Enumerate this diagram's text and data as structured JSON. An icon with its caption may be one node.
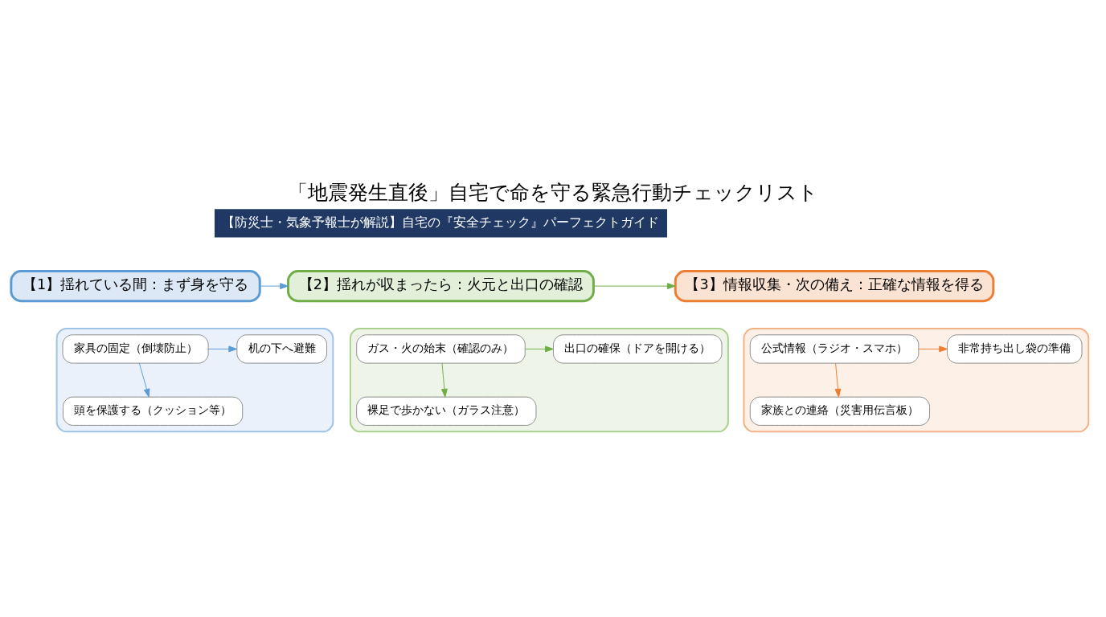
{
  "diagram": {
    "title": "「地震発生直後」自宅で命を守る緊急行動チェックリスト",
    "nodes": [
      {
        "text": [
          "【1】揺れている間：まず身を守る"
        ]
      },
      {
        "text": [
          "【2】揺れが収まったら：火元と出口の確認"
        ]
      },
      {
        "text": [
          "【3】情報収集・次の備え：正確な情報を得る"
        ]
      },
      {
        "text": [],
        "shape": "box"
      },
      {
        "text": [
          "家具の固定（倒壊防止）"
        ],
        "in": 3
      },
      {
        "text": [
          "机の下へ避難"
        ],
        "in": 3
      },
      {
        "text": [
          "頭を保護する（クッション等）"
        ],
        "in": 3
      },
      {
        "text": [],
        "shape": "box"
      },
      {
        "text": [
          "ガス・火の始末（確認のみ）"
        ],
        "in": 7
      },
      {
        "text": [
          "出口の確保（ドアを開ける）"
        ],
        "in": 7
      },
      {
        "text": [
          "裸足で歩かない（ガラス注意）"
        ],
        "in": 7
      },
      {
        "text": [],
        "shape": "box"
      },
      {
        "text": [
          "公式情報（ラジオ・スマホ）"
        ],
        "in": 11
      },
      {
        "text": [
          "非常持ち出し袋の準備"
        ],
        "in": 11
      },
      {
        "text": [
          "家族との連絡（災害用伝言板）"
        ],
        "in": 11
      }
    ],
    "edges": [
      {
        "from": 0,
        "to": 1,
        "arrow": "to",
        "color": "#5b9bd5"
      },
      {
        "from": 1,
        "to": 2,
        "arrow": "to",
        "color": "#70ad47"
      },
      {
        "from": 4,
        "to": 5,
        "arrow": "to",
        "color": "#5b9bd5"
      },
      {
        "from": 4,
        "to": 6,
        "arrow": "to",
        "color": "#5b9bd5"
      },
      {
        "from": 8,
        "to": 9,
        "arrow": "to",
        "color": "#70ad47"
      },
      {
        "from": 8,
        "to": 10,
        "arrow": "to",
        "color": "#70ad47"
      },
      {
        "from": 12,
        "to": 13,
        "arrow": "to",
        "color": "#ed7d31"
      },
      {
        "from": 12,
        "to": 14,
        "arrow": "to",
        "color": "#ed7d31"
      }
    ],
    "labels": [
      "【防災士・気象予報士が解説】自宅の『安全チェック』パーフェクトガイド"
    ]
  }
}
